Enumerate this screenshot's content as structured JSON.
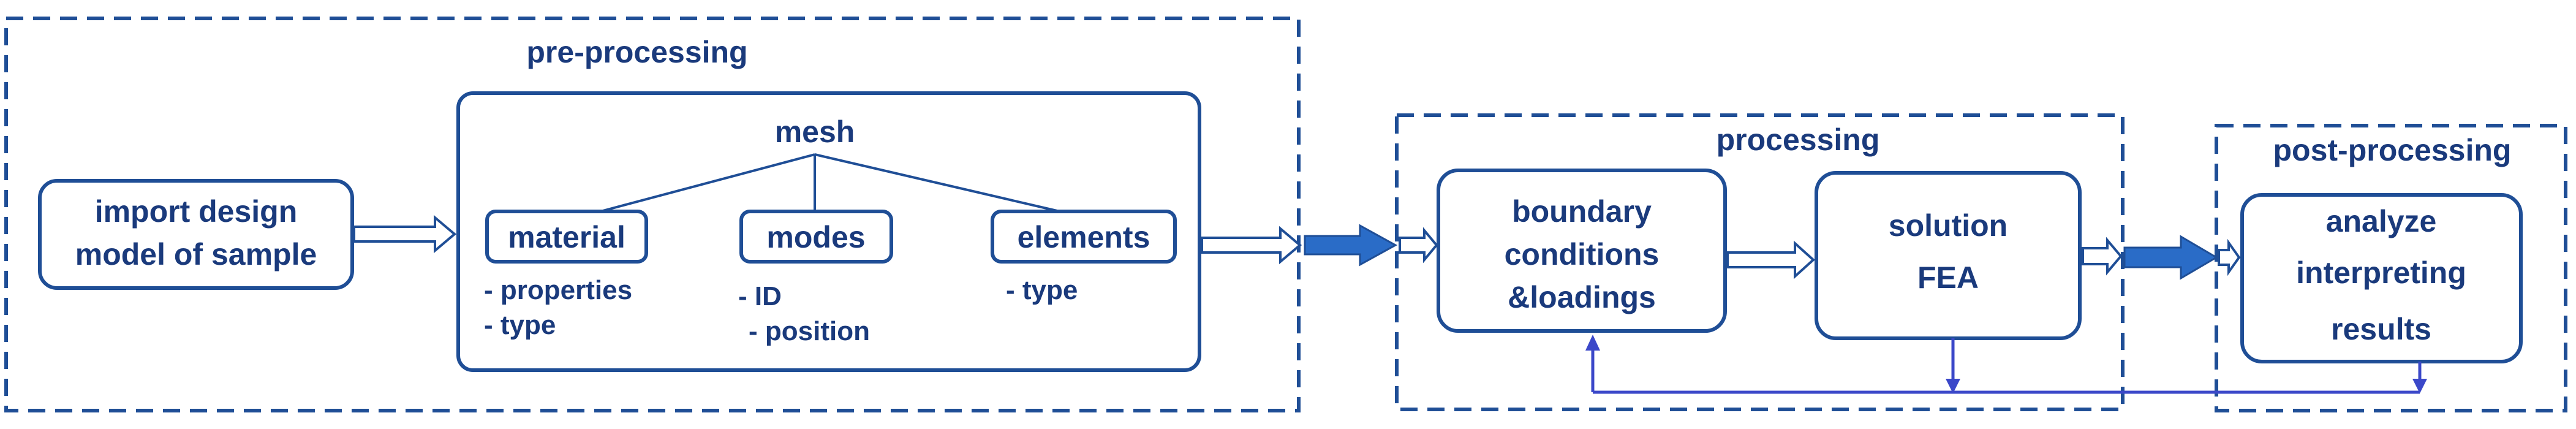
{
  "colors": {
    "primary": "#1f4e96",
    "text": "#1a3a7c",
    "arrow_fill": "#2a6cc7",
    "feedback": "#3b48c9"
  },
  "stages": {
    "pre_processing": "pre-processing",
    "processing": "processing",
    "post_processing": "post-processing"
  },
  "import_box": {
    "line1": "import design",
    "line2": "model of sample"
  },
  "mesh": {
    "title": "mesh"
  },
  "material": {
    "title": "material",
    "items": [
      "- properties",
      "- type"
    ]
  },
  "modes": {
    "title": "modes",
    "items": [
      "- ID",
      "- position"
    ]
  },
  "elements": {
    "title": "elements",
    "items": [
      "- type"
    ]
  },
  "boundary": {
    "line1": "boundary",
    "line2": "conditions",
    "line3": "&loadings"
  },
  "solution": {
    "line1": "solution",
    "line2": "FEA"
  },
  "analyze": {
    "line1": "analyze",
    "line2": "interpreting",
    "line3": "results"
  }
}
